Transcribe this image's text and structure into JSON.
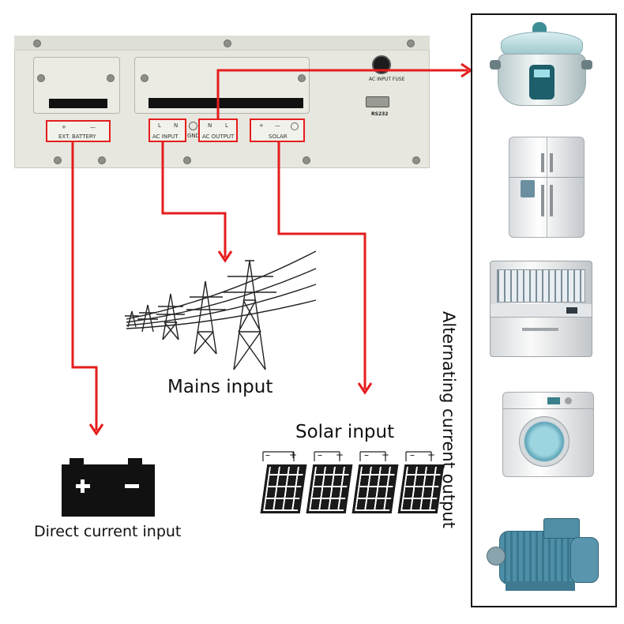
{
  "panel": {
    "ext_battery": {
      "plus": "+",
      "minus": "—",
      "label": "EXT. BATTERY"
    },
    "ac_input": {
      "l": "L",
      "n": "N",
      "label": "AC INPUT"
    },
    "gnd": "GND",
    "ac_output": {
      "n": "N",
      "l": "L",
      "label": "AC OUTPUT"
    },
    "solar": {
      "plus": "+",
      "minus": "—",
      "label": "SOLAR"
    },
    "fuse_label": "AC INPUT FUSE",
    "rs232_label": "RS232"
  },
  "captions": {
    "mains": "Mains input",
    "solar": "Solar input",
    "dc": "Direct current input",
    "ac_output": "Alternating current output"
  },
  "solar_array": {
    "signs": [
      "–",
      "+",
      "–",
      "+",
      "–",
      "+",
      "–",
      "+"
    ]
  },
  "appliances": [
    {
      "name": "rice-cooker"
    },
    {
      "name": "refrigerator"
    },
    {
      "name": "dishwasher"
    },
    {
      "name": "washing-machine"
    },
    {
      "name": "electric-motor"
    }
  ],
  "colors": {
    "wire": "#e51d1d",
    "panel": "#e7e7df",
    "label_box": "#e51d1d"
  }
}
